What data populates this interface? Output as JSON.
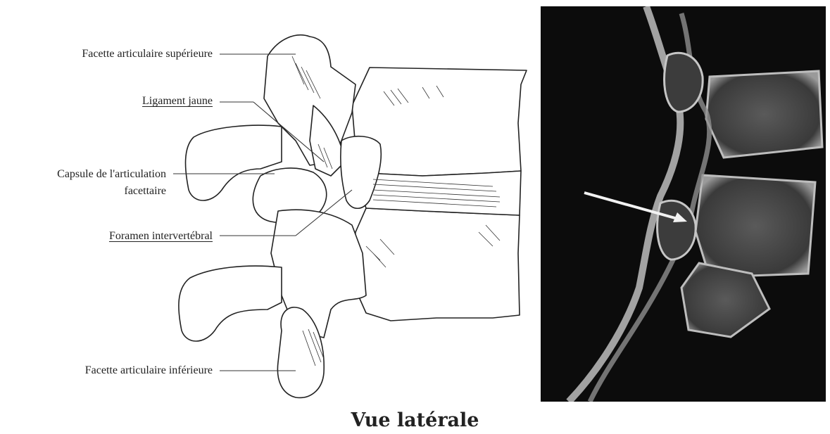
{
  "labels": {
    "superior_facet": "Facette articulaire supérieure",
    "ligamentum_flavum": "Ligament jaune",
    "facet_capsule_line1": "Capsule de l'articulation",
    "facet_capsule_line2": "facettaire",
    "intervertebral_foramen": "Foramen intervertébral",
    "inferior_facet": "Facette articulaire inférieure"
  },
  "caption": "Vue latérale",
  "colors": {
    "ink": "#222222",
    "ct_background": "#0c0c0c",
    "ct_bone": "#bdbdbd",
    "arrow": "#f2f2f2"
  }
}
